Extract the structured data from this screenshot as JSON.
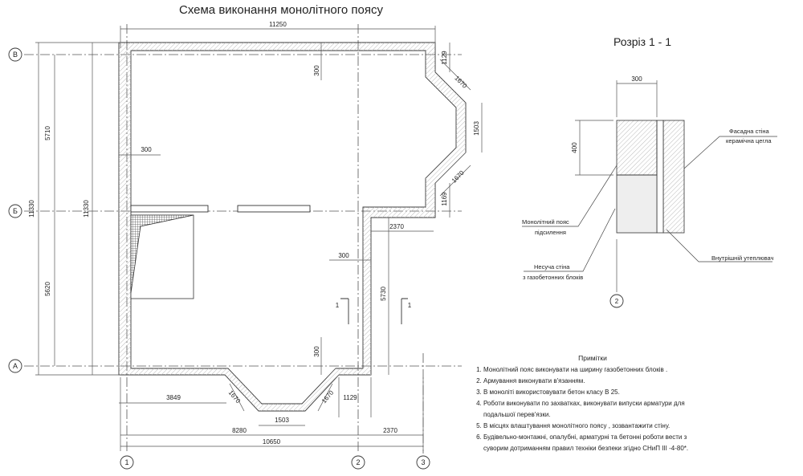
{
  "title": "Схема виконання монолітного поясу",
  "section_title": "Розріз 1 - 1",
  "axes": {
    "rows": [
      "В",
      "Б",
      "А"
    ],
    "cols": [
      "1",
      "2",
      "3"
    ]
  },
  "dimensions": {
    "top_total": "11250",
    "left_total": "11330",
    "left_upper": "5710",
    "left_lower": "5620",
    "inner_total": "11330",
    "bay_top_seg": "1129",
    "bay_diag_upper": "1670",
    "bay_width": "1503",
    "bay_diag_lower": "1670",
    "bay_bottom_seg": "1169",
    "offset_2370_inner": "2370",
    "right_inner": "5730",
    "bottom_left": "3849",
    "bottom_diag_left": "1670",
    "bottom_bay": "1503",
    "bottom_diag_right": "1670",
    "bottom_right_seg": "1129",
    "bottom_8280": "8280",
    "bottom_2370": "2370",
    "bottom_total": "10650",
    "wall_300_top": "300",
    "wall_300_left": "300",
    "wall_300_mid": "300",
    "wall_300_bottom": "300",
    "section_width": "300",
    "section_height": "400"
  },
  "section_marks": {
    "left": "1",
    "right": "1"
  },
  "section_labels": {
    "facade_line1": "Фасадна стіна",
    "facade_line2": "керамічна цегла",
    "belt_line1": "Монолітний пояс",
    "belt_line2": "підсилення",
    "bearing_line1": "Несуча стіна",
    "bearing_line2": "з газобетонних блоків",
    "insulation": "Внутрішній утеплювач",
    "axis_num": "2"
  },
  "notes": {
    "heading": "Примітки",
    "items": [
      "Монолітний пояс виконувати на ширину газобетонних блоків .",
      "Армування виконувати в'язанням.",
      "В моноліті використовувати бетон класу В  25.",
      "Роботи виконувати по захватках, виконувати випуски арматури для подальшої перев'язки.",
      "В місцях влаштування монолітного поясу , зозвантажити стіну.",
      "Будівельно-монтажні, опалубні, арматурні та бетонні роботи вести з суворим дотриманням правил техніки безпеки згідно СНиП III -4-80*."
    ]
  }
}
